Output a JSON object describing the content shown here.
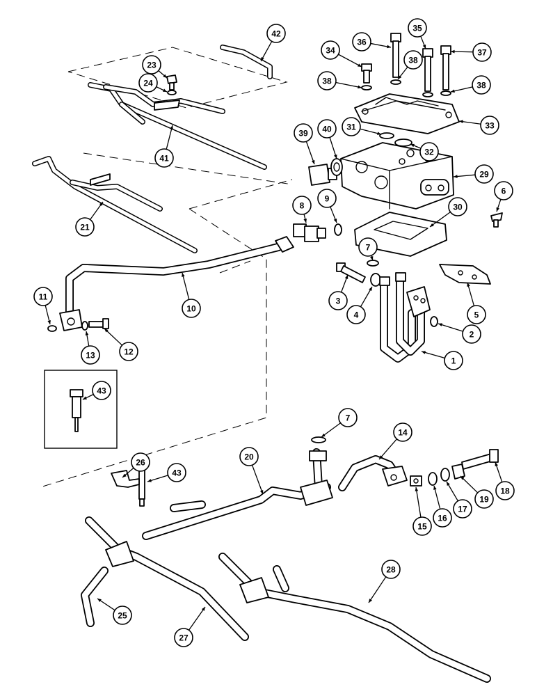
{
  "callouts": [
    {
      "id": "c1",
      "label": "1"
    },
    {
      "id": "c2",
      "label": "2"
    },
    {
      "id": "c3",
      "label": "3"
    },
    {
      "id": "c4",
      "label": "4"
    },
    {
      "id": "c5",
      "label": "5"
    },
    {
      "id": "c6",
      "label": "6"
    },
    {
      "id": "c7a",
      "label": "7"
    },
    {
      "id": "c7b",
      "label": "7"
    },
    {
      "id": "c8",
      "label": "8"
    },
    {
      "id": "c9",
      "label": "9"
    },
    {
      "id": "c10",
      "label": "10"
    },
    {
      "id": "c11",
      "label": "11"
    },
    {
      "id": "c12",
      "label": "12"
    },
    {
      "id": "c13",
      "label": "13"
    },
    {
      "id": "c14",
      "label": "14"
    },
    {
      "id": "c15",
      "label": "15"
    },
    {
      "id": "c16",
      "label": "16"
    },
    {
      "id": "c17",
      "label": "17"
    },
    {
      "id": "c18",
      "label": "18"
    },
    {
      "id": "c19",
      "label": "19"
    },
    {
      "id": "c20",
      "label": "20"
    },
    {
      "id": "c21",
      "label": "21"
    },
    {
      "id": "c23",
      "label": "23"
    },
    {
      "id": "c24",
      "label": "24"
    },
    {
      "id": "c25",
      "label": "25"
    },
    {
      "id": "c26",
      "label": "26"
    },
    {
      "id": "c27",
      "label": "27"
    },
    {
      "id": "c28",
      "label": "28"
    },
    {
      "id": "c29",
      "label": "29"
    },
    {
      "id": "c30",
      "label": "30"
    },
    {
      "id": "c31",
      "label": "31"
    },
    {
      "id": "c32",
      "label": "32"
    },
    {
      "id": "c33",
      "label": "33"
    },
    {
      "id": "c34",
      "label": "34"
    },
    {
      "id": "c35",
      "label": "35"
    },
    {
      "id": "c36",
      "label": "36"
    },
    {
      "id": "c37",
      "label": "37"
    },
    {
      "id": "c38a",
      "label": "38"
    },
    {
      "id": "c38b",
      "label": "38"
    },
    {
      "id": "c38c",
      "label": "38"
    },
    {
      "id": "c39",
      "label": "39"
    },
    {
      "id": "c40",
      "label": "40"
    },
    {
      "id": "c41",
      "label": "41"
    },
    {
      "id": "c42",
      "label": "42"
    },
    {
      "id": "c43a",
      "label": "43"
    },
    {
      "id": "c43b",
      "label": "43"
    }
  ]
}
